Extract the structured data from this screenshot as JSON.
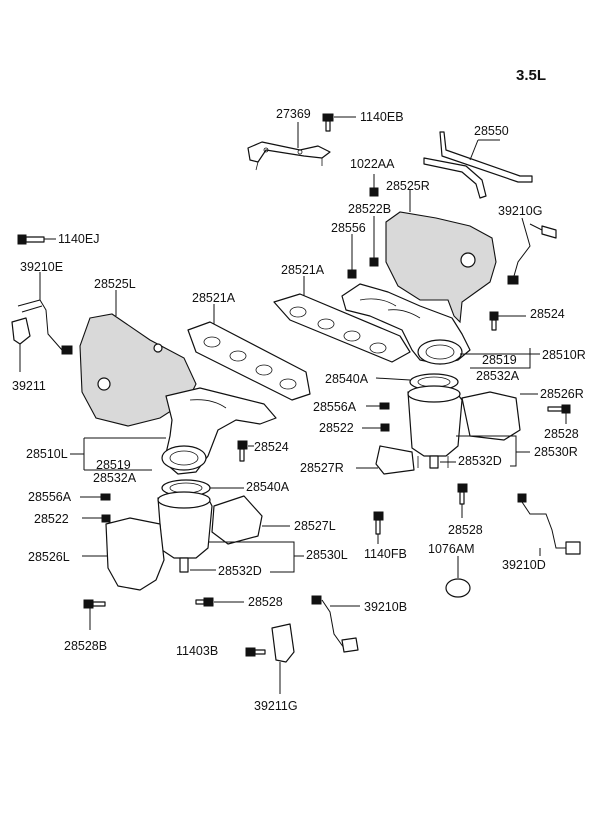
{
  "title": "3.5L",
  "labels": {
    "p27369": "27369",
    "p1140EB": "1140EB",
    "p28550": "28550",
    "p1022AA": "1022AA",
    "p28525R": "28525R",
    "p28522B": "28522B",
    "p39210G": "39210G",
    "p28556": "28556",
    "p1140EJ": "1140EJ",
    "p39210E": "39210E",
    "p28525L": "28525L",
    "p28521A_r": "28521A",
    "p28521A_l": "28521A",
    "p28524_r": "28524",
    "p28519_r": "28519",
    "p28510R": "28510R",
    "p28540A_r": "28540A",
    "p28532A_r": "28532A",
    "p39211": "39211",
    "p28526R": "28526R",
    "p28556A_r": "28556A",
    "p28528_r": "28528",
    "p28522_r": "28522",
    "p28530R": "28530R",
    "p28510L": "28510L",
    "p28524_l": "28524",
    "p28532D_r": "28532D",
    "p28519_l": "28519",
    "p28532A_l": "28532A",
    "p28527R": "28527R",
    "p28540A_l": "28540A",
    "p28556A_l": "28556A",
    "p28528_m": "28528",
    "p28522_l": "28522",
    "p28527L": "28527L",
    "p1140FB": "1140FB",
    "p1076AM": "1076AM",
    "p39210D": "39210D",
    "p28526L": "28526L",
    "p28530L": "28530L",
    "p28532D_l": "28532D",
    "p28528B": "28528B",
    "p28528_l": "28528",
    "p39210B": "39210B",
    "p11403B": "11403B",
    "p39211G": "39211G"
  }
}
